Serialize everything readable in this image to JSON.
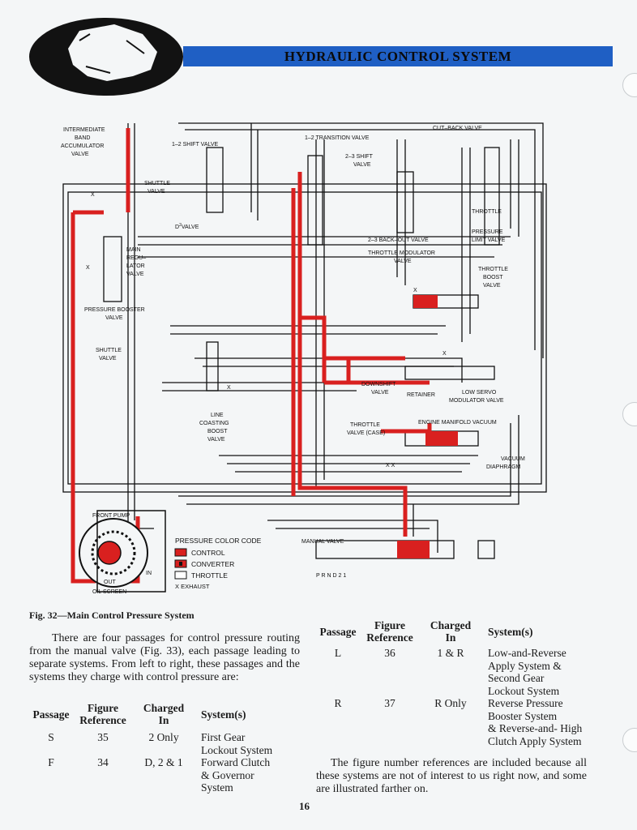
{
  "header": {
    "title": "HYDRAULIC CONTROL SYSTEM"
  },
  "diagram": {
    "labels": {
      "intermediate_band": [
        "INTERMEDIATE",
        "BAND",
        "ACCUMULATOR",
        "VALVE"
      ],
      "one_two_shift": "1–2 SHIFT VALVE",
      "one_two_transition": "1–2 TRANSITION VALVE",
      "cut_back": "CUT–BACK VALVE",
      "two_three_shift": [
        "2–3 SHIFT",
        "VALVE"
      ],
      "shuttle_valve_top": [
        "SHUTTLE",
        "VALVE"
      ],
      "d2_valve": "D",
      "d2_sup": "2",
      "d2_suffix": "VALVE",
      "throttle": "THROTTLE",
      "pressure_limit": [
        "PRESSURE",
        "LIMIT VALVE"
      ],
      "two_three_backout": "2–3 BACK–OUT VALVE",
      "throttle_modulator": [
        "THROTTLE MODULATOR",
        "VALVE"
      ],
      "main_regulator": [
        "MAIN",
        "REGU–",
        "LATOR",
        "VALVE"
      ],
      "throttle_boost": [
        "THROTTLE",
        "BOOST",
        "VALVE"
      ],
      "pressure_booster": [
        "PRESSURE BOOSTER",
        "VALVE"
      ],
      "shuttle_valve_mid": [
        "SHUTTLE",
        "VALVE"
      ],
      "downshift": [
        "DOWNSHIFT",
        "VALVE"
      ],
      "retainer": "RETAINER",
      "low_servo": [
        "LOW SERVO",
        "MODULATOR VALVE"
      ],
      "line_coasting": [
        "LINE",
        "COASTING",
        "BOOST",
        "VALVE"
      ],
      "throttle_case": [
        "THROTTLE",
        "VALVE (CASE)"
      ],
      "engine_manifold": "ENGINE MANIFOLD VACUUM",
      "vacuum_diaphragm": [
        "VACUUM",
        "DIAPHRAGM"
      ],
      "front_pump": "FRONT PUMP",
      "out": "OUT",
      "in": "IN",
      "oil_screen": "OIL SCREEN",
      "manual_valve": "MANUAL VALVE",
      "prnd21": "P R N D 2 1",
      "x_mark": "X",
      "xx_mark": "X  X"
    },
    "legend": {
      "title": "PRESSURE COLOR CODE",
      "items": [
        {
          "label": "CONTROL",
          "color": "#d9201f"
        },
        {
          "label": "CONVERTER",
          "color": "#d9201f"
        },
        {
          "label": "THROTTLE",
          "color": "#ffffff"
        }
      ],
      "exhaust": "X  EXHAUST"
    }
  },
  "caption": "Fig. 32—Main Control Pressure System",
  "intro": "There are four passages for control pressure routing from the manual valve (Fig. 33), each passage leading to separate systems. From left to right, these passages and the systems they charge with control pressure are:",
  "table_headers": {
    "passage": "Passage",
    "figure_reference": [
      "Figure",
      "Reference"
    ],
    "charged_in": [
      "Charged",
      "In"
    ],
    "systems": "System(s)"
  },
  "table_left": [
    {
      "passage": "S",
      "figure": "35",
      "charged": "2 Only",
      "systems": [
        "First Gear",
        "Lockout System"
      ]
    },
    {
      "passage": "F",
      "figure": "34",
      "charged": "D, 2 & 1",
      "systems": [
        "Forward Clutch",
        "& Governor",
        "System"
      ]
    }
  ],
  "table_right": [
    {
      "passage": "L",
      "figure": "36",
      "charged": "1 & R",
      "systems": [
        "Low-and-Reverse",
        "Apply System &",
        "Second Gear",
        "Lockout System"
      ]
    },
    {
      "passage": "R",
      "figure": "37",
      "charged": "R Only",
      "systems": [
        "Reverse Pressure",
        "Booster System",
        "& Reverse-and- High",
        "Clutch Apply System"
      ]
    }
  ],
  "closing": "The figure number references are included because all these systems are not of interest to us right now, and some are illustrated farther on.",
  "page_number": "16",
  "colors": {
    "banner_blue": "#1f5fc4",
    "control_red": "#d9201f"
  }
}
